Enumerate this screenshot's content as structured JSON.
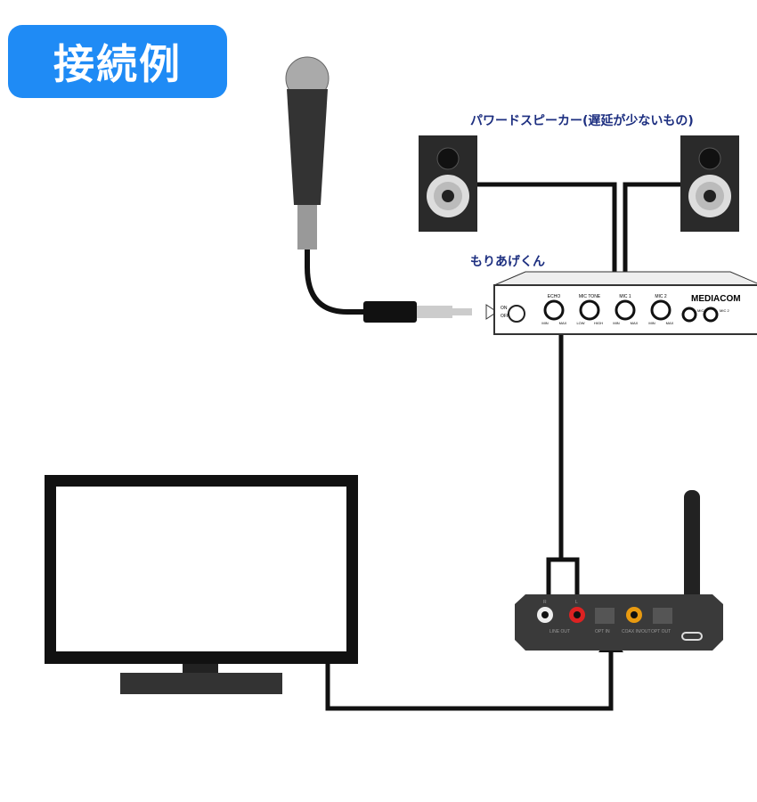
{
  "title": "接続例",
  "labels": {
    "speakers": "パワードスピーカー(遅延が少ないもの)",
    "mixer": "もりあげくん"
  },
  "mixer": {
    "brand": "MEDIACOM",
    "power_on": "ON",
    "power_off": "OFF",
    "knobs": [
      {
        "name": "ECHO",
        "min": "MIN",
        "max": "MAX"
      },
      {
        "name": "MIC TONE",
        "min": "LOW",
        "max": "HIGH"
      },
      {
        "name": "MIC 1",
        "min": "MIN",
        "max": "MAX"
      },
      {
        "name": "MIC 2",
        "min": "MIN",
        "max": "MAX"
      }
    ],
    "jacks": [
      "MIC1",
      "MIC 2"
    ]
  },
  "receiver": {
    "r": "R",
    "l": "L",
    "line_out": "LINE OUT",
    "opt_in": "OPT IN",
    "coax": "COAX IN/OUT",
    "opt_out": "OPT OUT"
  },
  "colors": {
    "accent": "#1f8bf5",
    "label": "#1d2f80"
  }
}
